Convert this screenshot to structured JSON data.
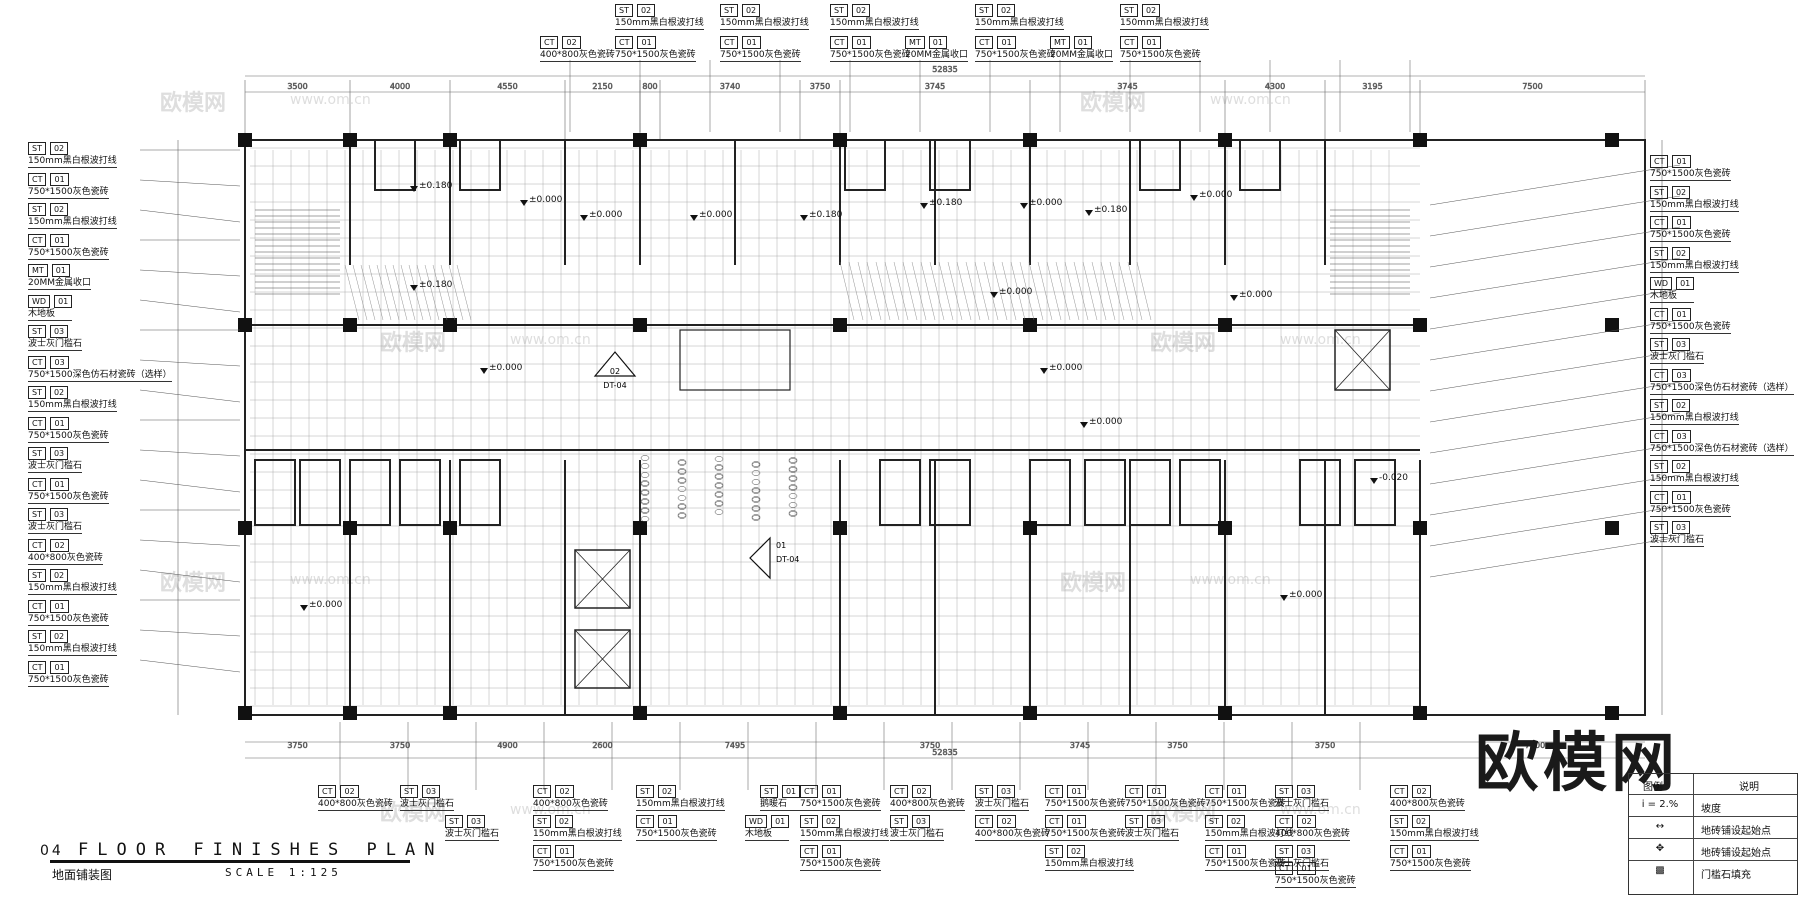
{
  "title": {
    "en": "FLOOR FINISHES PLAN",
    "number": "04",
    "cn": "地面铺装图",
    "scale": "SCALE 1:125"
  },
  "brand": "欧模网",
  "watermarks": [
    "欧模网",
    "www.om.cn"
  ],
  "section_marks": [
    {
      "code": "02",
      "sheet": "DT-04"
    },
    {
      "code": "01",
      "sheet": "DT-04"
    }
  ],
  "legend": {
    "header_symbol": "图例",
    "header_desc": "说明",
    "rows": [
      {
        "symbol": "i = 2.%",
        "desc": "坡度"
      },
      {
        "symbol": "↔",
        "desc": "地砖铺设起始点"
      },
      {
        "symbol": "✥",
        "desc": "地砖铺设起始点"
      },
      {
        "symbol": "▩",
        "desc": "门槛石填充"
      }
    ]
  },
  "top_dimensions": [
    "3500",
    "4000",
    "4550",
    "2150",
    "800",
    "3740",
    "3750",
    "3745",
    "3745",
    "4300",
    "3195",
    "7500"
  ],
  "overall_dimension": "52835",
  "bottom_dimensions": [
    "3750",
    "3750",
    "4900",
    "2600",
    "7495",
    "3750",
    "3745",
    "3750",
    "3750",
    "7500"
  ],
  "elevations": [
    "±0.180",
    "±0.000",
    "±0.180",
    "±0.000",
    "±0.000",
    "±0.180",
    "±0.180",
    "±0.000",
    "±0.180",
    "±0.000",
    "±0.000",
    "±0.000",
    "-0.020",
    "±0.000",
    "±0.000",
    "±0.000",
    "±0.000",
    "±0.000"
  ],
  "left_tags": [
    {
      "code": "ST",
      "num": "02",
      "desc": "150mm黑白根波打线"
    },
    {
      "code": "CT",
      "num": "01",
      "desc": "750*1500灰色瓷砖"
    },
    {
      "code": "ST",
      "num": "02",
      "desc": "150mm黑白根波打线"
    },
    {
      "code": "CT",
      "num": "01",
      "desc": "750*1500灰色瓷砖"
    },
    {
      "code": "MT",
      "num": "01",
      "desc": "20MM金属收口"
    },
    {
      "code": "WD",
      "num": "01",
      "desc": "木地板"
    },
    {
      "code": "ST",
      "num": "03",
      "desc": "波士灰门槛石"
    },
    {
      "code": "CT",
      "num": "03",
      "desc": "750*1500深色仿石材瓷砖（选样）"
    },
    {
      "code": "ST",
      "num": "02",
      "desc": "150mm黑白根波打线"
    },
    {
      "code": "CT",
      "num": "01",
      "desc": "750*1500灰色瓷砖"
    },
    {
      "code": "ST",
      "num": "03",
      "desc": "波士灰门槛石"
    },
    {
      "code": "CT",
      "num": "01",
      "desc": "750*1500灰色瓷砖"
    },
    {
      "code": "ST",
      "num": "03",
      "desc": "波士灰门槛石"
    },
    {
      "code": "CT",
      "num": "02",
      "desc": "400*800灰色瓷砖"
    },
    {
      "code": "ST",
      "num": "02",
      "desc": "150mm黑白根波打线"
    },
    {
      "code": "CT",
      "num": "01",
      "desc": "750*1500灰色瓷砖"
    },
    {
      "code": "ST",
      "num": "02",
      "desc": "150mm黑白根波打线"
    },
    {
      "code": "CT",
      "num": "01",
      "desc": "750*1500灰色瓷砖"
    }
  ],
  "right_tags": [
    {
      "code": "CT",
      "num": "01",
      "desc": "750*1500灰色瓷砖"
    },
    {
      "code": "ST",
      "num": "02",
      "desc": "150mm黑白根波打线"
    },
    {
      "code": "CT",
      "num": "01",
      "desc": "750*1500灰色瓷砖"
    },
    {
      "code": "ST",
      "num": "02",
      "desc": "150mm黑白根波打线"
    },
    {
      "code": "WD",
      "num": "01",
      "desc": "木地板"
    },
    {
      "code": "CT",
      "num": "01",
      "desc": "750*1500灰色瓷砖"
    },
    {
      "code": "ST",
      "num": "03",
      "desc": "波士灰门槛石"
    },
    {
      "code": "CT",
      "num": "03",
      "desc": "750*1500深色仿石材瓷砖（选样）"
    },
    {
      "code": "ST",
      "num": "02",
      "desc": "150mm黑白根波打线"
    },
    {
      "code": "CT",
      "num": "03",
      "desc": "750*1500深色仿石材瓷砖（选样）"
    },
    {
      "code": "ST",
      "num": "02",
      "desc": "150mm黑白根波打线"
    },
    {
      "code": "CT",
      "num": "01",
      "desc": "750*1500灰色瓷砖"
    },
    {
      "code": "ST",
      "num": "03",
      "desc": "波士灰门槛石"
    }
  ],
  "top_tags": [
    {
      "code": "CT",
      "num": "02",
      "desc": "400*800灰色瓷砖"
    },
    {
      "code": "ST",
      "num": "02",
      "desc": "150mm黑白根波打线"
    },
    {
      "code": "CT",
      "num": "01",
      "desc": "750*1500灰色瓷砖"
    },
    {
      "code": "ST",
      "num": "02",
      "desc": "150mm黑白根波打线"
    },
    {
      "code": "CT",
      "num": "01",
      "desc": "750*1500灰色瓷砖"
    },
    {
      "code": "ST",
      "num": "02",
      "desc": "150mm黑白根波打线"
    },
    {
      "code": "CT",
      "num": "01",
      "desc": "750*1500灰色瓷砖"
    },
    {
      "code": "MT",
      "num": "01",
      "desc": "20MM金属收口"
    },
    {
      "code": "ST",
      "num": "02",
      "desc": "150mm黑白根波打线"
    },
    {
      "code": "CT",
      "num": "01",
      "desc": "750*1500灰色瓷砖"
    },
    {
      "code": "MT",
      "num": "01",
      "desc": "20MM金属收口"
    },
    {
      "code": "ST",
      "num": "02",
      "desc": "150mm黑白根波打线"
    },
    {
      "code": "CT",
      "num": "01",
      "desc": "750*1500灰色瓷砖"
    }
  ],
  "bottom_tags": [
    {
      "code": "CT",
      "num": "02",
      "desc": "400*800灰色瓷砖"
    },
    {
      "code": "ST",
      "num": "03",
      "desc": "波士灰门槛石"
    },
    {
      "code": "ST",
      "num": "03",
      "desc": "波士灰门槛石"
    },
    {
      "code": "CT",
      "num": "02",
      "desc": "400*800灰色瓷砖"
    },
    {
      "code": "ST",
      "num": "02",
      "desc": "150mm黑白根波打线"
    },
    {
      "code": "CT",
      "num": "01",
      "desc": "750*1500灰色瓷砖"
    },
    {
      "code": "ST",
      "num": "02",
      "desc": "150mm黑白根波打线"
    },
    {
      "code": "CT",
      "num": "01",
      "desc": "750*1500灰色瓷砖"
    },
    {
      "code": "ST",
      "num": "01",
      "desc": "鹅暖石"
    },
    {
      "code": "WD",
      "num": "01",
      "desc": "木地板"
    },
    {
      "code": "CT",
      "num": "01",
      "desc": "750*1500灰色瓷砖"
    },
    {
      "code": "ST",
      "num": "02",
      "desc": "150mm黑白根波打线"
    },
    {
      "code": "CT",
      "num": "01",
      "desc": "750*1500灰色瓷砖"
    },
    {
      "code": "CT",
      "num": "02",
      "desc": "400*800灰色瓷砖"
    },
    {
      "code": "ST",
      "num": "03",
      "desc": "波士灰门槛石"
    },
    {
      "code": "ST",
      "num": "03",
      "desc": "波士灰门槛石"
    },
    {
      "code": "CT",
      "num": "02",
      "desc": "400*800灰色瓷砖"
    },
    {
      "code": "CT",
      "num": "01",
      "desc": "750*1500灰色瓷砖"
    },
    {
      "code": "CT",
      "num": "01",
      "desc": "750*1500灰色瓷砖"
    },
    {
      "code": "ST",
      "num": "02",
      "desc": "150mm黑白根波打线"
    },
    {
      "code": "CT",
      "num": "01",
      "desc": "750*1500灰色瓷砖"
    },
    {
      "code": "ST",
      "num": "03",
      "desc": "波士灰门槛石"
    },
    {
      "code": "CT",
      "num": "01",
      "desc": "750*1500灰色瓷砖"
    },
    {
      "code": "ST",
      "num": "02",
      "desc": "150mm黑白根波打线"
    },
    {
      "code": "CT",
      "num": "01",
      "desc": "750*1500灰色瓷砖"
    },
    {
      "code": "ST",
      "num": "03",
      "desc": "波士灰门槛石"
    },
    {
      "code": "CT",
      "num": "02",
      "desc": "400*800灰色瓷砖"
    },
    {
      "code": "ST",
      "num": "03",
      "desc": "波士灰门槛石"
    },
    {
      "code": "CT",
      "num": "01",
      "desc": "750*1500灰色瓷砖"
    },
    {
      "code": "CT",
      "num": "02",
      "desc": "400*800灰色瓷砖"
    },
    {
      "code": "ST",
      "num": "02",
      "desc": "150mm黑白根波打线"
    },
    {
      "code": "CT",
      "num": "01",
      "desc": "750*1500灰色瓷砖"
    }
  ]
}
